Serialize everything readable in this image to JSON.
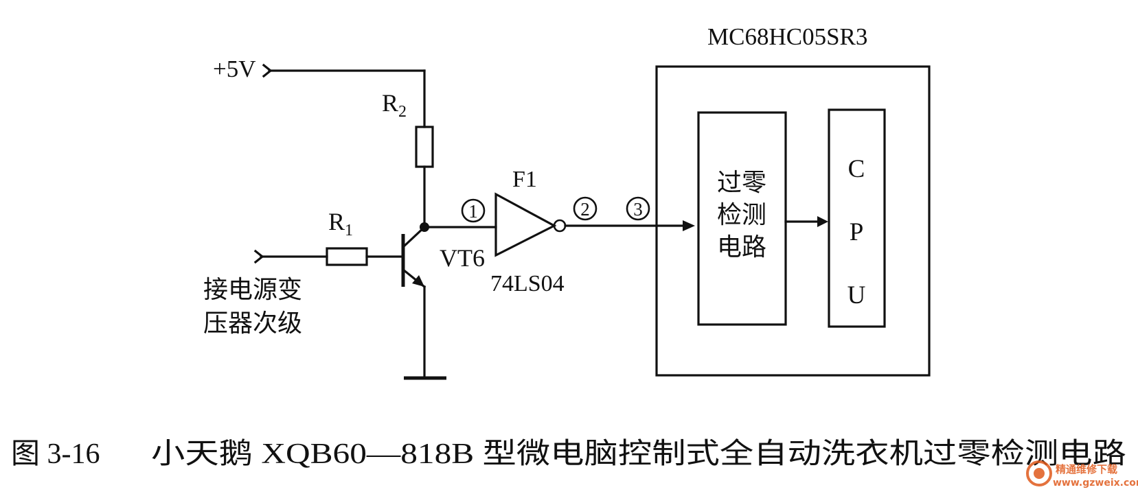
{
  "labels": {
    "supply": "+5V",
    "r2": "R",
    "r2_sub": "2",
    "r1": "R",
    "r1_sub": "1",
    "transistor": "VT6",
    "gate_name": "F1",
    "gate_part": "74LS04",
    "node1": "1",
    "node2": "2",
    "node3": "3",
    "input_line1": "接电源变",
    "input_line2": "压器次级",
    "mcu_name": "MC68HC05SR3",
    "zc_line1": "过零",
    "zc_line2": "检测",
    "zc_line3": "电路",
    "cpu_c": "C",
    "cpu_p": "P",
    "cpu_u": "U"
  },
  "caption": {
    "figure_no": "图 3-16",
    "title": "小天鹅 XQB60—818B 型微电脑控制式全自动洗衣机过零检测电路"
  },
  "watermark": {
    "line1": "精通维修下载",
    "line2": "www.gzweix.com",
    "color": "#e05a1c"
  }
}
